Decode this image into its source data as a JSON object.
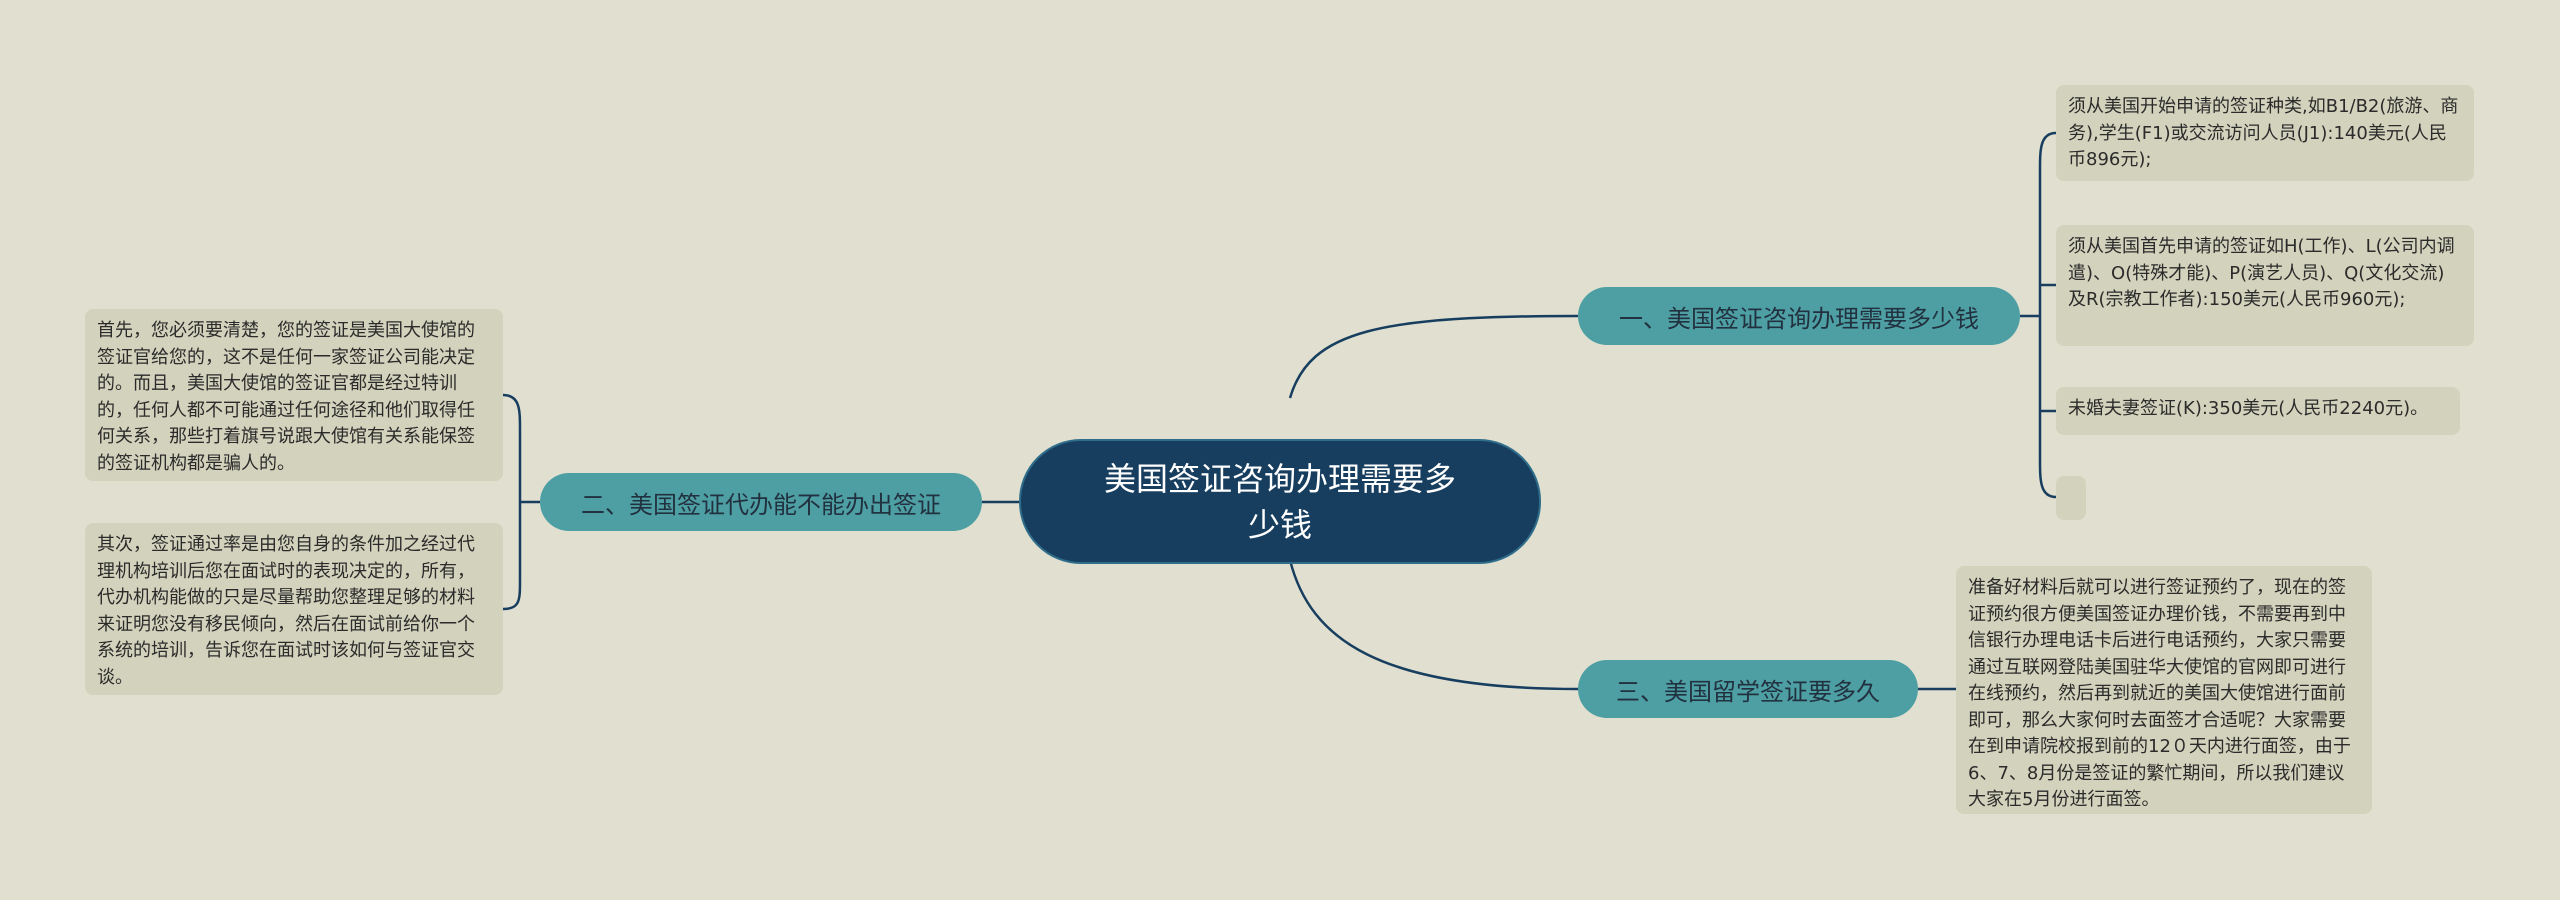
{
  "colors": {
    "background": "#e0dfd0",
    "root_fill": "#173e5f",
    "branch_fill": "#4d9fa3",
    "leaf_fill": "#d3d2bc",
    "link_stroke": "#173e5f"
  },
  "root": {
    "title": "美国签证咨询办理需要多少钱"
  },
  "branches": [
    {
      "id": "b1",
      "label": "一、美国签证咨询办理需要多少钱",
      "leaves": [
        "须从美国开始申请的签证种类,如B1/B2(旅游、商务),学生(F1)或交流访问人员(J1):140美元(人民币896元);",
        "须从美国首先申请的签证如H(工作)、L(公司内调遣)、O(特殊才能)、P(演艺人员)、Q(文化交流)及R(宗教工作者):150美元(人民币960元);",
        "未婚夫妻签证(K):350美元(人民币2240元)。",
        ""
      ]
    },
    {
      "id": "b2",
      "label": "二、美国签证代办能不能办出签证",
      "leaves": [
        "首先，您必须要清楚，您的签证是美国大使馆的签证官给您的，这不是任何一家签证公司能决定的。而且，美国大使馆的签证官都是经过特训的，任何人都不可能通过任何途径和他们取得任何关系，那些打着旗号说跟大使馆有关系能保签的签证机构都是骗人的。",
        "其次，签证通过率是由您自身的条件加之经过代理机构培训后您在面试时的表现决定的，所有，代办机构能做的只是尽量帮助您整理足够的材料来证明您没有移民倾向，然后在面试前给你一个系统的培训，告诉您在面试时该如何与签证官交谈。"
      ]
    },
    {
      "id": "b3",
      "label": "三、美国留学签证要多久",
      "leaves": [
        "准备好材料后就可以进行签证预约了，现在的签证预约很方便美国签证办理价钱，不需要再到中信银行办理电话卡后进行电话预约，大家只需要通过互联网登陆美国驻华大使馆的官网即可进行在线预约，然后再到就近的美国大使馆进行面前即可，那么大家何时去面签才合适呢？大家需要在到申请院校报到前的12０天内进行面签，由于6、7、8月份是签证的繁忙期间，所以我们建议大家在5月份进行面签。"
      ]
    }
  ]
}
